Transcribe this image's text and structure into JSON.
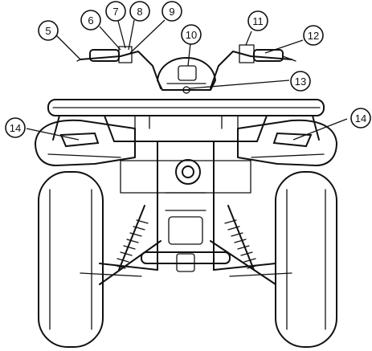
{
  "callouts": [
    {
      "id": "c5",
      "label": "5"
    },
    {
      "id": "c6",
      "label": "6"
    },
    {
      "id": "c7",
      "label": "7"
    },
    {
      "id": "c8",
      "label": "8"
    },
    {
      "id": "c9",
      "label": "9"
    },
    {
      "id": "c10",
      "label": "10"
    },
    {
      "id": "c11",
      "label": "11"
    },
    {
      "id": "c12",
      "label": "12"
    },
    {
      "id": "c13",
      "label": "13"
    },
    {
      "id": "c14l",
      "label": "14"
    },
    {
      "id": "c14r",
      "label": "14"
    }
  ]
}
